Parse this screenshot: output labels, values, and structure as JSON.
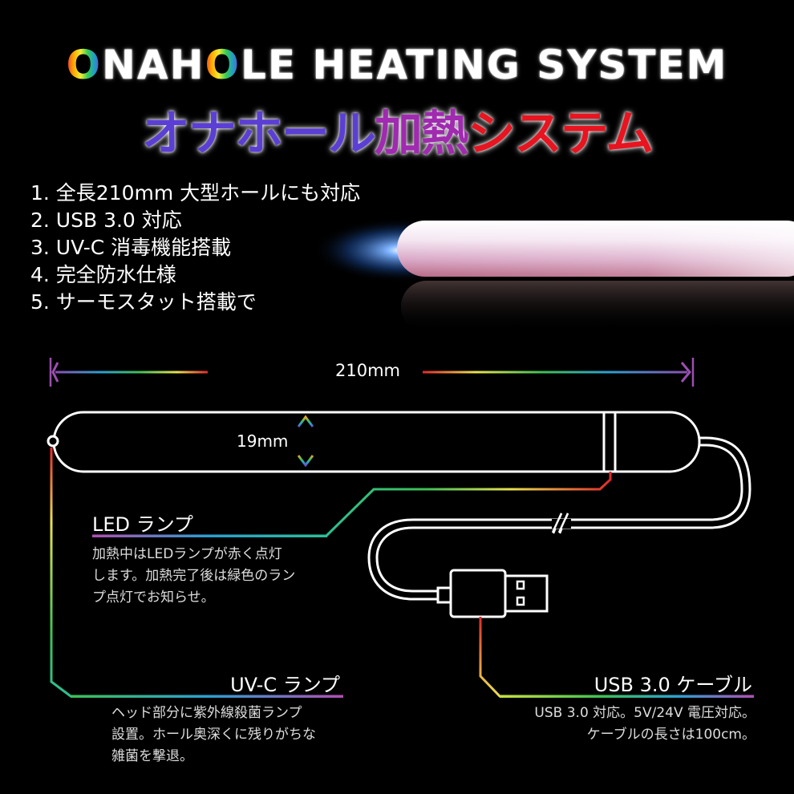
{
  "header": {
    "title_en_parts": [
      "",
      "O",
      "NAH",
      "O",
      "LE HEATING SYSTEM"
    ],
    "title_en": "ONAHOLE HEATING SYSTEM",
    "title_jp_parts": [
      "オナホール",
      "加熱",
      "システム"
    ],
    "title_jp": "オナホール加熱システム"
  },
  "features": [
    "1. 全長210mm 大型ホールにも対応",
    "2. USB 3.0 対応",
    "3. UV-C 消毒機能搭載",
    "4. 完全防水仕様",
    "5. サーモスタット搭載で"
  ],
  "dimensions": {
    "length": "210mm",
    "diameter": "19mm"
  },
  "callouts": {
    "led": {
      "title": "LED ランプ",
      "lines": [
        "加熱中はLEDランプが赤く点灯",
        "します。加熱完了後は緑色のラン",
        "プ点灯でお知らせ。"
      ]
    },
    "uvc": {
      "title": "UV-C ランプ",
      "lines": [
        "ヘッド部分に紫外線殺菌ランプ",
        "設置。ホール奥深くに残りがちな",
        "雑菌を撃退。"
      ]
    },
    "usb": {
      "title": "USB 3.0 ケーブル",
      "lines": [
        "USB 3.0 対応。5V/24V 電圧対応。",
        "ケーブルの長さは100cm。"
      ]
    }
  },
  "colors": {
    "background": "#000000",
    "jp_purple": "#5b3fd4",
    "jp_magenta": "#a02ab0",
    "jp_red": "#e81420",
    "outline": "#ffffff"
  }
}
